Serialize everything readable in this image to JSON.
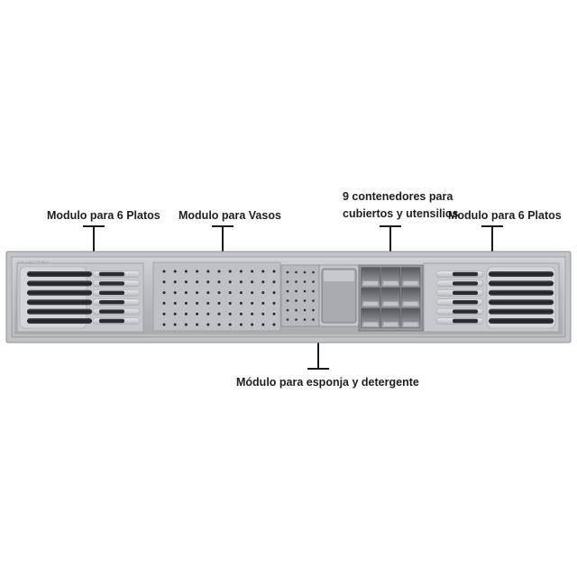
{
  "brand": "CALLAS TRIMIX",
  "callouts": {
    "plates_left": "Modulo para 6 Platos",
    "glasses": "Modulo para Vasos",
    "containers_line1": "9 contenedores para",
    "containers_line2": "cubiertos y utensilios",
    "plates_right": "Modulo para 6 Platos",
    "sponge": "Módulo para esponja y detergente"
  },
  "counts": {
    "plate_slots_per_module": 6,
    "utensil_containers": 9
  },
  "colors": {
    "tray_body": "#b4b6ba",
    "tray_inner": "#c9cbce",
    "plate_slot": "#2c2e33",
    "label_text": "#1e1e1e",
    "leader_line": "#1a1a1a"
  }
}
